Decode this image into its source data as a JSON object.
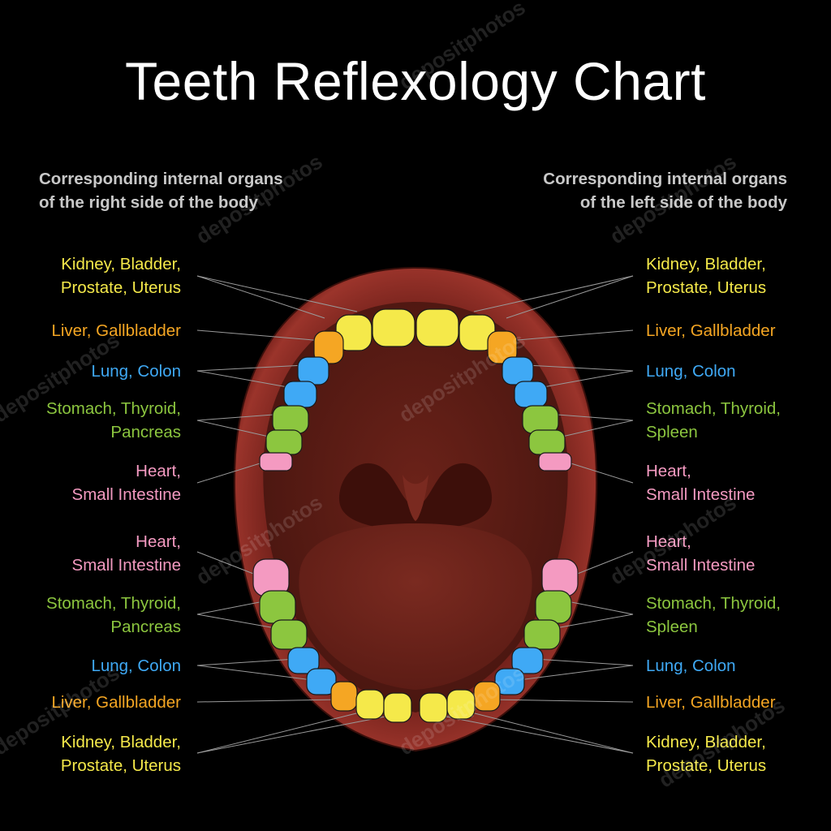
{
  "title": "Teeth Reflexology Chart",
  "headings": {
    "right_side": [
      "Corresponding internal organs",
      "of the right side of the body"
    ],
    "left_side": [
      "Corresponding internal organs",
      "of the left side of the body"
    ]
  },
  "colors": {
    "background": "#000000",
    "kidney": "#f5e94a",
    "liver": "#f5a623",
    "lung": "#3fa9f5",
    "stomach": "#8cc63f",
    "heart": "#f49ac1",
    "lips": "#8a2a22",
    "mouth": "#5a1a14"
  },
  "labels": {
    "r1": [
      "Kidney, Bladder,",
      "Prostate, Uterus"
    ],
    "r2": [
      "Liver, Gallbladder"
    ],
    "r3": [
      "Lung, Colon"
    ],
    "r4": [
      "Stomach, Thyroid,",
      "Pancreas"
    ],
    "r5": [
      "Heart,",
      "Small Intestine"
    ],
    "r6": [
      "Heart,",
      "Small Intestine"
    ],
    "r7": [
      "Stomach, Thyroid,",
      "Pancreas"
    ],
    "r8": [
      "Lung, Colon"
    ],
    "r9": [
      "Liver, Gallbladder"
    ],
    "r10": [
      "Kidney, Bladder,",
      "Prostate, Uterus"
    ],
    "l1": [
      "Kidney, Bladder,",
      "Prostate, Uterus"
    ],
    "l2": [
      "Liver, Gallbladder"
    ],
    "l3": [
      "Lung, Colon"
    ],
    "l4": [
      "Stomach, Thyroid,",
      "Spleen"
    ],
    "l5": [
      "Heart,",
      "Small Intestine"
    ],
    "l6": [
      "Heart,",
      "Small Intestine"
    ],
    "l7": [
      "Stomach, Thyroid,",
      "Spleen"
    ],
    "l8": [
      "Lung, Colon"
    ],
    "l9": [
      "Liver, Gallbladder"
    ],
    "l10": [
      "Kidney, Bladder,",
      "Prostate, Uterus"
    ]
  },
  "watermark": "depositphotos"
}
